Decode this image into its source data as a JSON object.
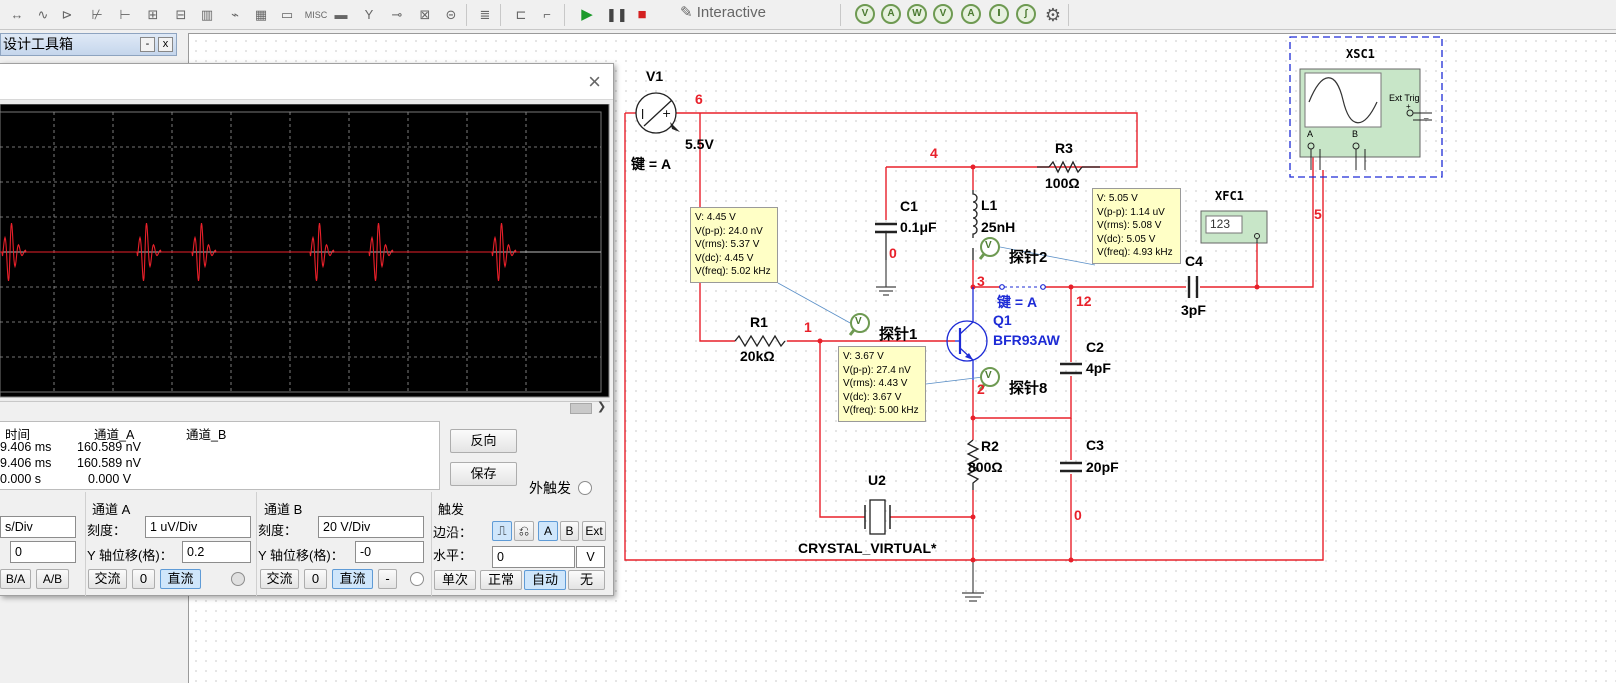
{
  "toolbar": {
    "run_mode": "Interactive",
    "icons": [
      "instrument-misc-icon",
      "run-icon",
      "pause-icon",
      "stop-icon",
      "probe-voltage-icon",
      "probe-current-icon"
    ]
  },
  "toolbox": {
    "title": "设计工具箱",
    "min_btn": "-",
    "close_btn": "x"
  },
  "oscilloscope": {
    "close": "×",
    "readout": {
      "headers": [
        "时间",
        "通道_A",
        "通道_B"
      ],
      "rows": [
        [
          "9.406 ms",
          "160.589 nV",
          ""
        ],
        [
          "9.406 ms",
          "160.589 nV",
          ""
        ],
        [
          "0.000 s",
          "0.000 V",
          ""
        ]
      ]
    },
    "buttons": {
      "reverse": "反向",
      "save": "保存",
      "ext_trigger": "外触发"
    },
    "timebase": {
      "scale": "s/Div",
      "x_pos": "0",
      "modes": [
        "B/A",
        "A/B"
      ]
    },
    "channel_a": {
      "title": "通道 A",
      "scale_label": "刻度：",
      "scale": "1 uV/Div",
      "ypos_label": "Y 轴位移(格)：",
      "ypos": "0.2",
      "coupling": [
        "交流",
        "0",
        "直流"
      ]
    },
    "channel_b": {
      "title": "通道 B",
      "scale_label": "刻度：",
      "scale": "20  V/Div",
      "ypos_label": "Y 轴位移(格)：",
      "ypos": "-0",
      "coupling": [
        "交流",
        "0",
        "直流",
        "-"
      ]
    },
    "trigger": {
      "title": "触发",
      "edge_label": "边沿：",
      "edge_buttons": [
        "A",
        "B",
        "Ext"
      ],
      "level_label": "水平：",
      "level": "0",
      "level_unit": "V",
      "modes": [
        "单次",
        "正常",
        "自动",
        "无"
      ]
    }
  },
  "circuit": {
    "v1": {
      "name": "V1",
      "value": "5.5V",
      "key": "键 = A"
    },
    "r1": {
      "name": "R1",
      "value": "20kΩ"
    },
    "r2": {
      "name": "R2",
      "value": "800Ω"
    },
    "r3": {
      "name": "R3",
      "value": "100Ω"
    },
    "c1": {
      "name": "C1",
      "value": "0.1μF"
    },
    "c2": {
      "name": "C2",
      "value": "4pF"
    },
    "c3": {
      "name": "C3",
      "value": "20pF"
    },
    "c4": {
      "name": "C4",
      "value": "3pF"
    },
    "l1": {
      "name": "L1",
      "value": "25nH"
    },
    "q1": {
      "name": "Q1",
      "model": "BFR93AW"
    },
    "u2": {
      "name": "U2",
      "model": "CRYSTAL_VIRTUAL*"
    },
    "switch_key": "键 = A",
    "xsc1": {
      "name": "XSC1",
      "ext_trig": "Ext Trig",
      "ch_a": "A",
      "ch_b": "B",
      "plus": "+",
      "minus": "_"
    },
    "xfc1": {
      "name": "XFC1",
      "display": "123"
    },
    "nodes": [
      "6",
      "4",
      "0",
      "1",
      "3",
      "12",
      "2",
      "0",
      "5"
    ],
    "probes": [
      {
        "label": "探针1",
        "v": "V: 3.67 V",
        "vpp": "V(p-p): 27.4 nV",
        "vrms": "V(rms): 4.43 V",
        "vdc": "V(dc): 3.67 V",
        "vfreq": "V(freq): 5.00 kHz"
      },
      {
        "label": "探针2",
        "v": "V: 5.05 V",
        "vpp": "V(p-p): 1.14 uV",
        "vrms": "V(rms): 5.08 V",
        "vdc": "V(dc): 5.05 V",
        "vfreq": "V(freq): 4.93 kHz"
      },
      {
        "label": "探针8",
        "v": "V: 4.45 V",
        "vpp": "V(p-p): 24.0 nV",
        "vrms": "V(rms): 5.37 V",
        "vdc": "V(dc): 4.45 V",
        "vfreq": "V(freq): 5.02 kHz"
      }
    ],
    "probe_symbol": "V"
  },
  "colors": {
    "wire": "#e8202a",
    "trace": "#e8202a",
    "blue_label": "#1d2bd6",
    "probe_box": "#ffffc6",
    "xsc1_body": "#c8e6c8"
  }
}
